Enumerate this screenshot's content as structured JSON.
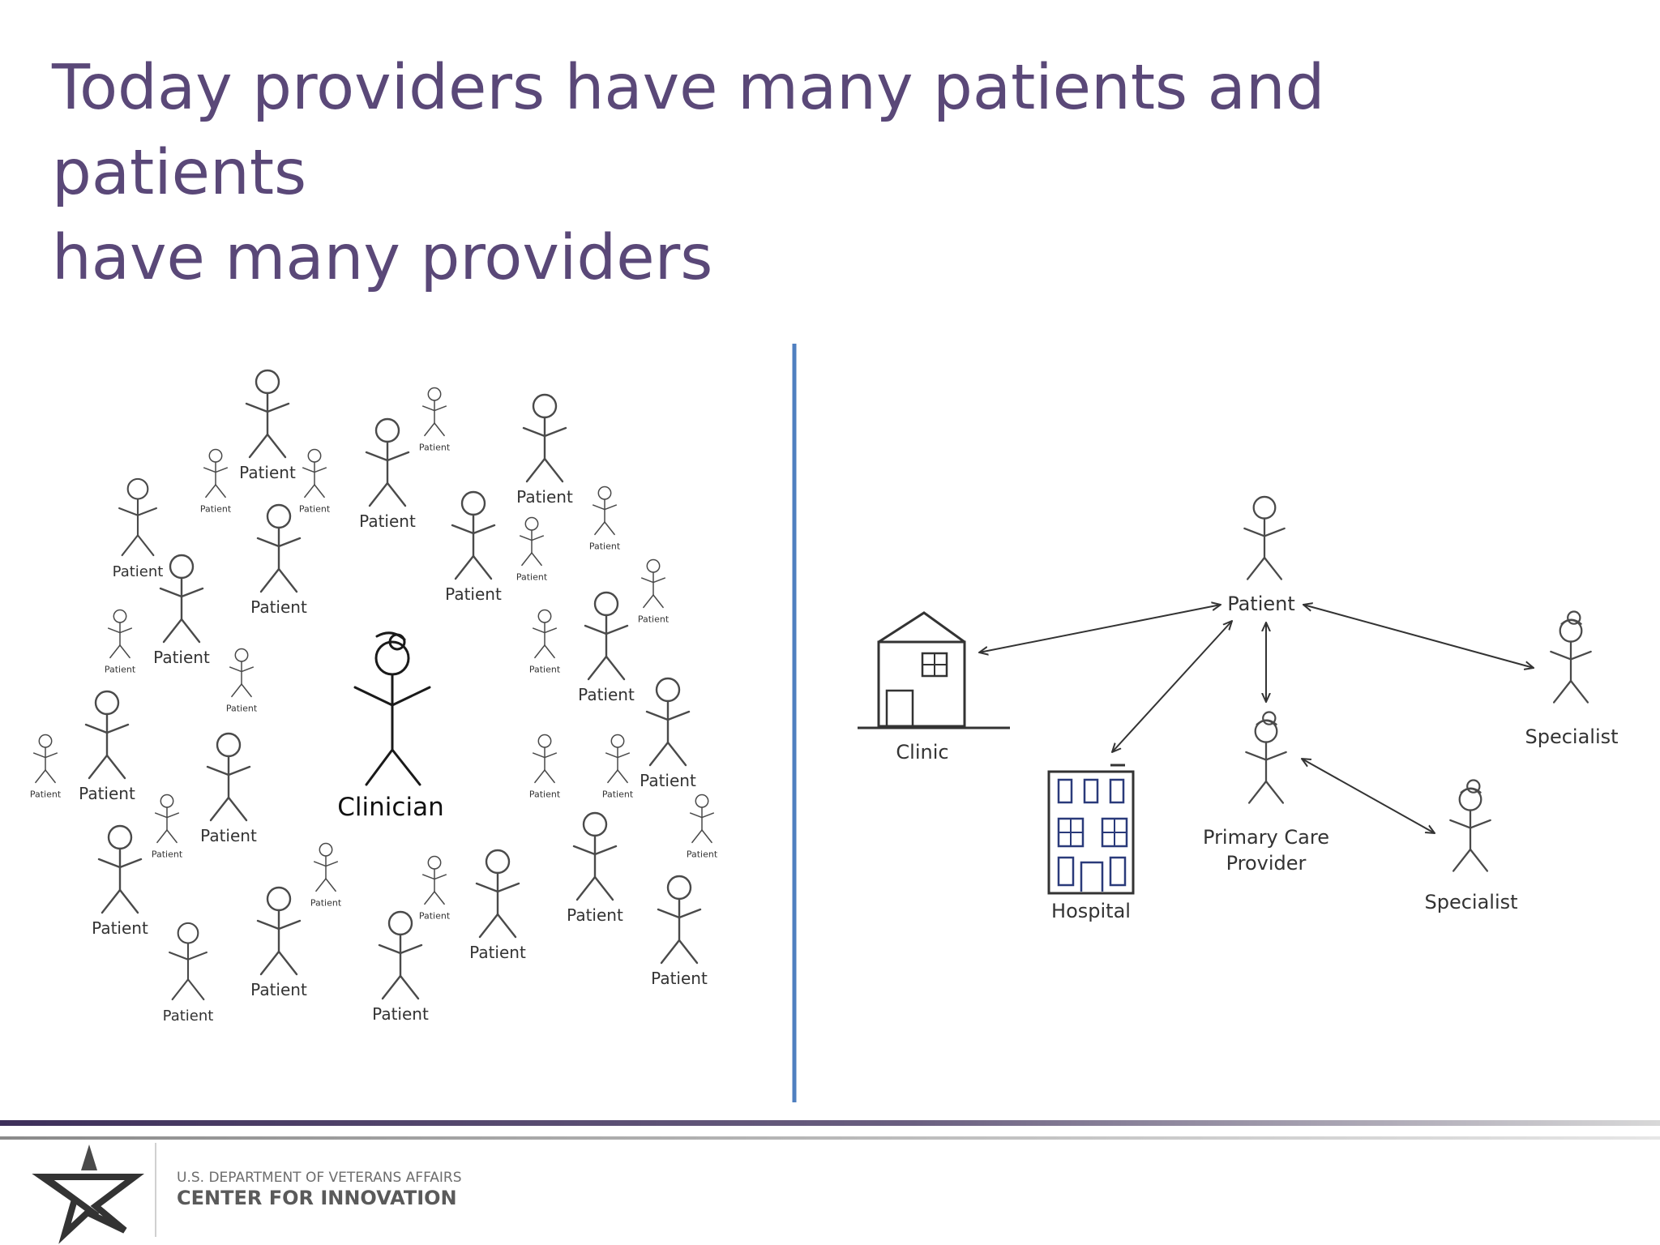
{
  "slide": {
    "title_line1": "Today providers have many patients and patients",
    "title_line2": "have many providers",
    "title_color": "#5a4878",
    "divider_color": "#4f7fc0"
  },
  "left_diagram": {
    "center_label": "Clinician",
    "patient_label": "Patient"
  },
  "right_diagram": {
    "patient_label": "Patient",
    "clinic_label": "Clinic",
    "hospital_label": "Hospital",
    "pcp_label_line1": "Primary Care",
    "pcp_label_line2": "Provider",
    "specialist_label": "Specialist"
  },
  "footer": {
    "org_line1": "U.S. DEPARTMENT OF VETERANS AFFAIRS",
    "org_line2": "CENTER FOR INNOVATION",
    "logo_icon": "va-star-logo-icon",
    "bar_color": "#3d2f5a"
  }
}
